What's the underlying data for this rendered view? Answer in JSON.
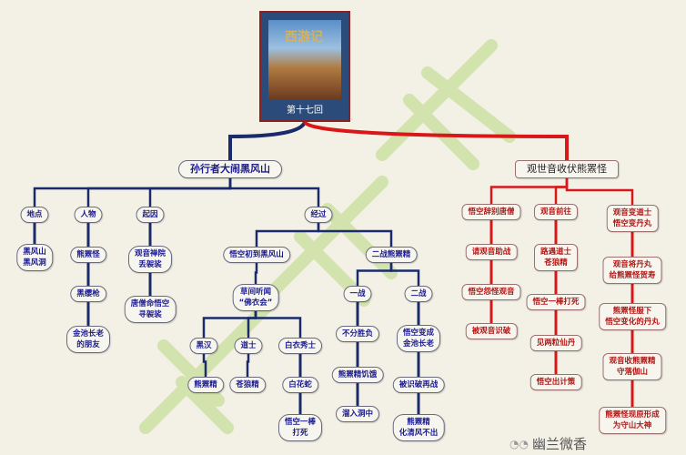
{
  "title": {
    "chapter": "第十七回",
    "cover_text": "西游记"
  },
  "colors": {
    "left_branch": "#1b2a6b",
    "right_branch": "#d81818",
    "node_text_left": "#1b1b8f",
    "node_text_right": "#b01818"
  },
  "left": {
    "title": "孙行者大闹黑风山"
  },
  "right": {
    "title": "观世音收伏熊罴怪"
  },
  "nodes": [
    {
      "text": "地点"
    },
    {
      "text": "黑风山\n黑风洞"
    },
    {
      "text": "人物"
    },
    {
      "text": "熊罴怪"
    },
    {
      "text": "黑缨枪"
    },
    {
      "text": "金池长老\n的朋友"
    },
    {
      "text": "起因"
    },
    {
      "text": "观音禅院\n丢袈裟"
    },
    {
      "text": "唐僧命悟空\n寻袈裟"
    },
    {
      "text": "经过"
    },
    {
      "text": "悟空初到黑风山"
    },
    {
      "text": "草间听闻\n“佛衣会”"
    },
    {
      "text": "黑汉"
    },
    {
      "text": "熊罴精"
    },
    {
      "text": "道士"
    },
    {
      "text": "苍狼精"
    },
    {
      "text": "白衣秀士"
    },
    {
      "text": "白花蛇"
    },
    {
      "text": "悟空一棒\n打死"
    },
    {
      "text": "二战熊罴精"
    },
    {
      "text": "一战"
    },
    {
      "text": "不分胜负"
    },
    {
      "text": "熊罴精饥饿"
    },
    {
      "text": "溜入洞中"
    },
    {
      "text": "二战"
    },
    {
      "text": "悟空变成\n金池长老"
    },
    {
      "text": "被识破再战"
    },
    {
      "text": "熊罴精\n化清风不出"
    },
    {
      "text": "悟空辞别唐僧"
    },
    {
      "text": "请观音助战"
    },
    {
      "text": "悟空怨怪观音"
    },
    {
      "text": "被观音识破"
    },
    {
      "text": "观音前往"
    },
    {
      "text": "路遇道士\n苍狼精"
    },
    {
      "text": "悟空一棒打死"
    },
    {
      "text": "见两粒仙丹"
    },
    {
      "text": "悟空出计策"
    },
    {
      "text": "观音变道士\n悟空变丹丸"
    },
    {
      "text": "观音将丹丸\n给熊罴怪贺寿"
    },
    {
      "text": "熊罴怪服下\n悟空变化的丹丸"
    },
    {
      "text": "观音收熊罴精\n守落伽山"
    },
    {
      "text": "熊罴怪现原形成\n为守山大神"
    }
  ],
  "watermark": "幽兰微香",
  "brand": "幽兰微香"
}
